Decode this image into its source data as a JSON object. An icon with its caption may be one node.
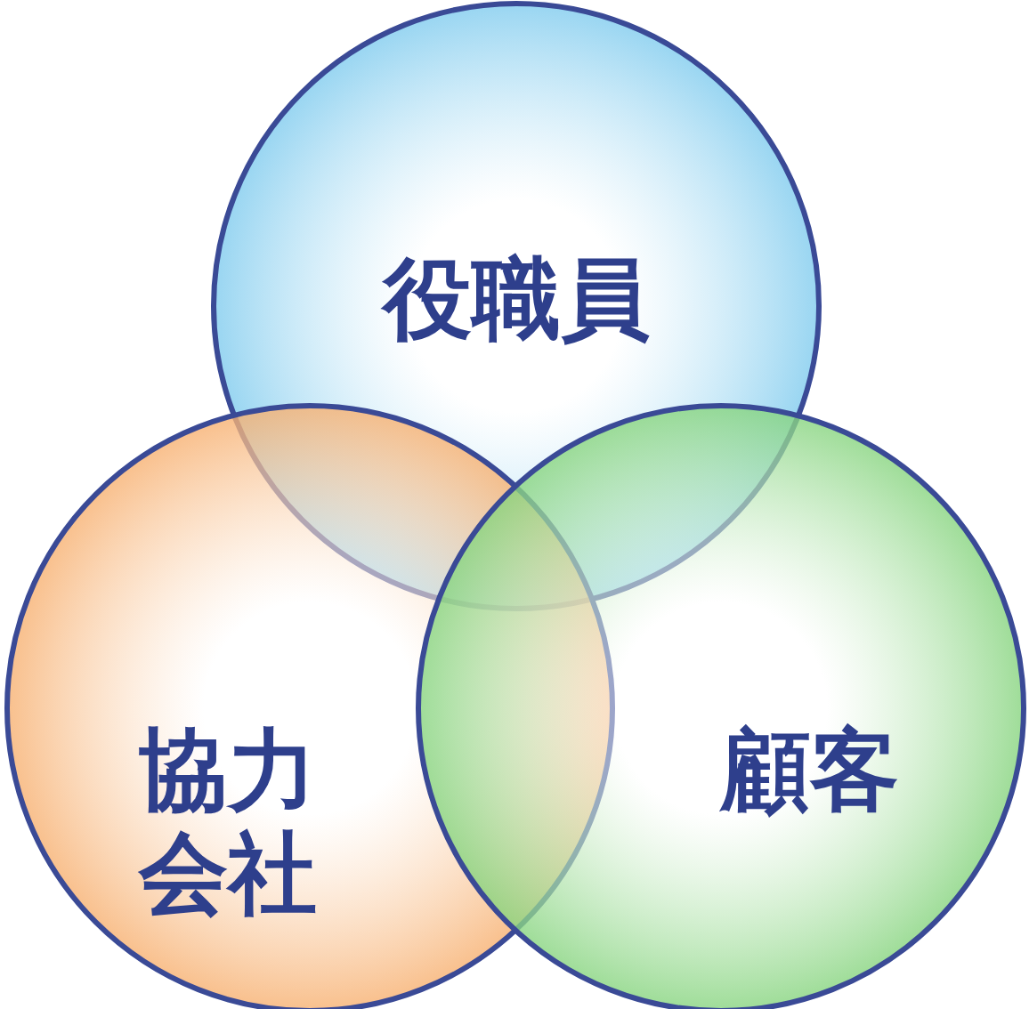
{
  "diagram": {
    "nodes": [
      {
        "text": [
          "役職員"
        ]
      },
      {
        "text": [
          "協力会社"
        ]
      },
      {
        "text": [
          "顧客"
        ]
      }
    ]
  }
}
